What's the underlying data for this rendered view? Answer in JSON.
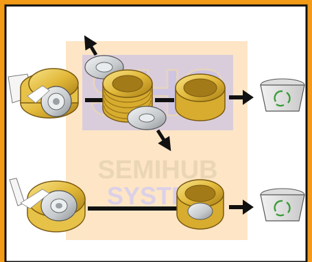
{
  "watermark": {
    "letters": "SHS",
    "line1": "SEMIHUB",
    "line2": "SYSTEM"
  },
  "colors": {
    "frame_orange": "#f39a17",
    "gold": "#e2b93a",
    "gold_dark": "#9c7414",
    "silver": "#cfd3d6",
    "watermark_peach": "#fde3bf",
    "watermark_purple": "#c9bfe0",
    "watermark_text": "#e8d2ad",
    "arrow": "#111111",
    "recycle_green": "#3a9b3a"
  },
  "rows": [
    {
      "name": "top-process",
      "steps": [
        "reel-with-carrier-tape",
        "disassembled-reel",
        "reel-core",
        "recycle-bin"
      ]
    },
    {
      "name": "bottom-process",
      "steps": [
        "reel-with-carrier-tape",
        "reel-core",
        "recycle-bin"
      ]
    }
  ]
}
